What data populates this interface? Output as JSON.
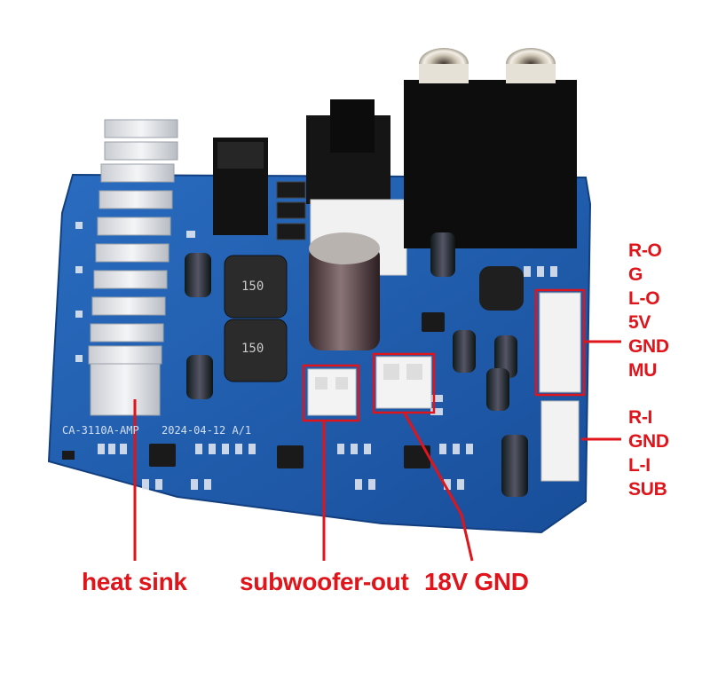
{
  "board": {
    "silkscreen_model": "CA-3110A-AMP",
    "silkscreen_date": "2024-04-12 A/1",
    "inductor_marking_1": "150",
    "inductor_marking_2": "150"
  },
  "callouts": {
    "heat_sink": "heat sink",
    "subwoofer_out": "subwoofer-out",
    "power_18v_gnd": "18V GND"
  },
  "pins_output": [
    "R-O",
    "G",
    "L-O",
    "5V",
    "GND",
    "MU"
  ],
  "pins_input": [
    "R-I",
    "GND",
    "L-I",
    "SUB"
  ],
  "colors": {
    "label_red": "#e0141b",
    "pcb_blue": "#1f5fb0",
    "heatsink_silver": "#d7dadf"
  }
}
